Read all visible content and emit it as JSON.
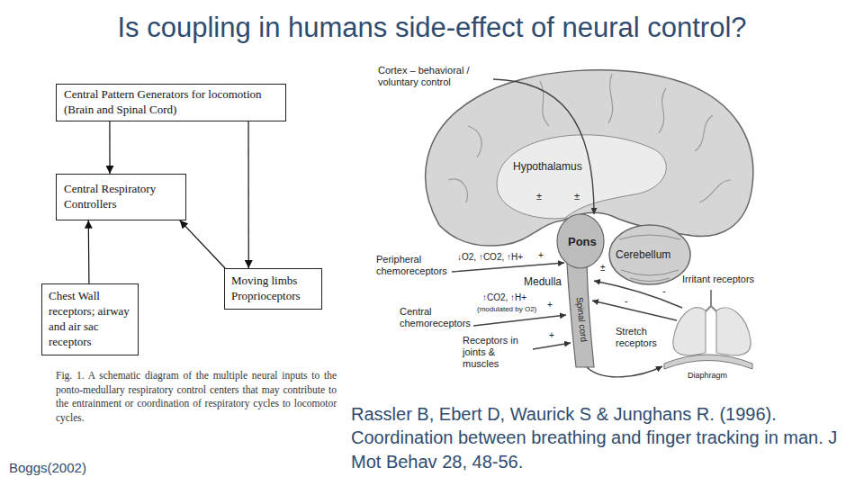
{
  "diagram": {
    "title": "Is coupling in humans side-effect of neural control?",
    "caption": "Fig. 1. A schematic diagram of the multiple neural inputs to the ponto-medullary respiratory control centers that may contribute to the entrainment or coordination of respiratory cycles to locomotor cycles.",
    "nodes": [
      {
        "text": [
          "Central Pattern Generators for locomotion (Brain and Spinal Cord)"
        ]
      },
      {
        "text": [
          "Central Respiratory Controllers"
        ]
      },
      {
        "text": [
          "Moving limbs Proprioceptors"
        ]
      },
      {
        "text": [
          "Chest Wall receptors; airway and air sac receptors"
        ]
      }
    ],
    "edges": [
      {
        "from": 0,
        "to": 1,
        "arrow": "to"
      },
      {
        "from": 0,
        "to": 2,
        "arrow": "to"
      },
      {
        "from": 3,
        "to": 1,
        "arrow": "to"
      },
      {
        "from": 2,
        "to": 1,
        "arrow": "to"
      }
    ],
    "labels": [
      "Boggs(2002)",
      "Rassler B, Ebert D, Waurick S & Junghans R. (1996). Coordination between breathing and finger tracking in man. J Mot Behav 28, 48-56.",
      "Cortex – behavioral / voluntary control",
      "Hypothalamus",
      "±",
      "±",
      "Pons",
      "±",
      "Cerebellum",
      "Peripheral chemoreceptors",
      "↓O2, ↑CO2, ↑H+",
      "+",
      "Medulla",
      "Irritant receptors",
      "-",
      "Central chemoreceptors",
      "↑CO2, ↑H+",
      "(modulated by O2)",
      "+",
      "Stretch receptors",
      "-",
      "Spinal cord",
      "Receptors in joints & muscles",
      "+",
      "Diaphragm"
    ]
  }
}
